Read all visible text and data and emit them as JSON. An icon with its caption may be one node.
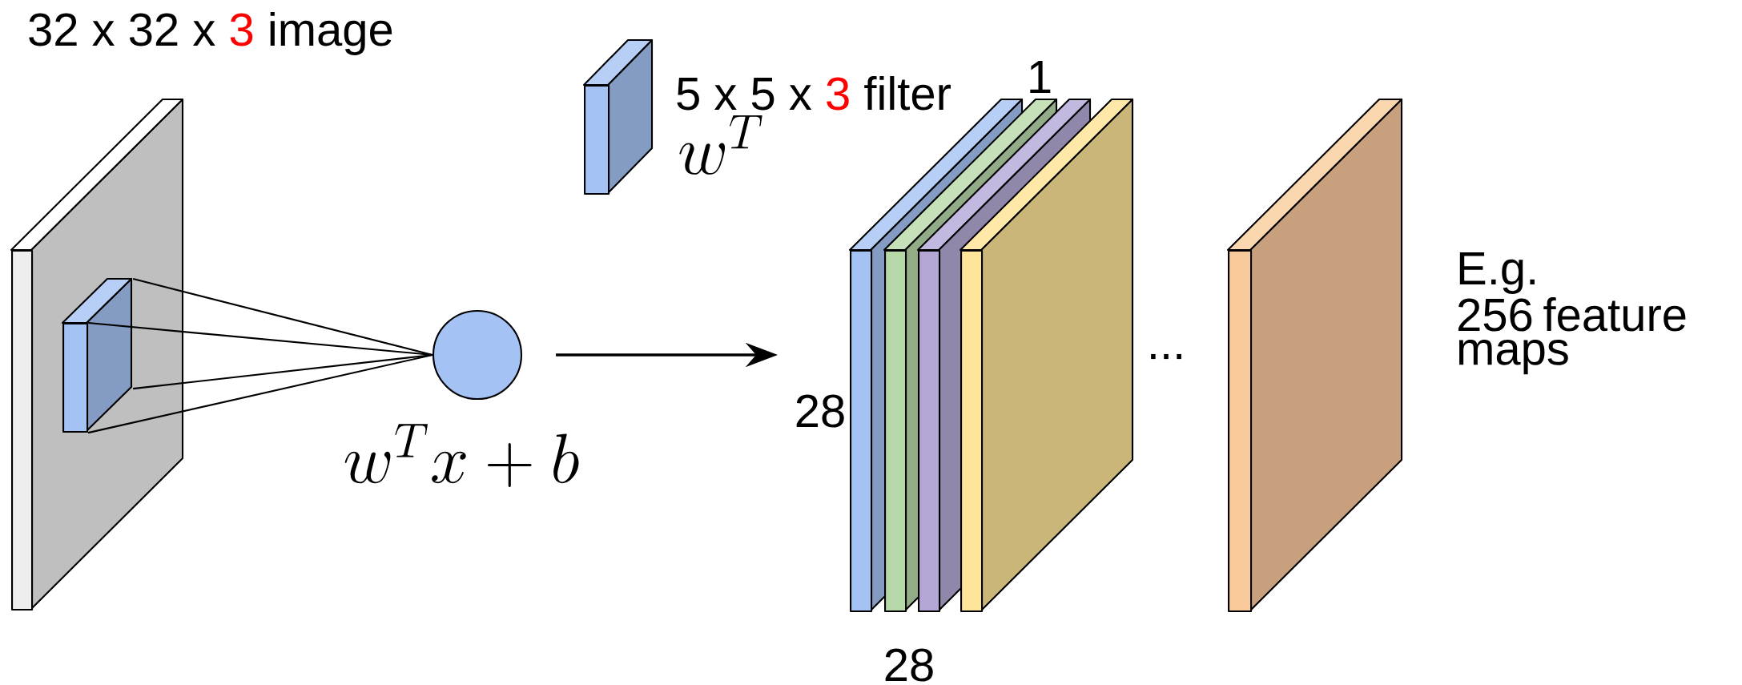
{
  "diagram": {
    "nodes": [
      {
        "text": [],
        "shape": "box"
      },
      {
        "text": [],
        "shape": "box",
        "in": 0
      },
      {
        "text": [],
        "shape": "circle",
        "beside": [
          "w^T x + b"
        ]
      },
      {
        "text": [],
        "shape": "box"
      },
      {
        "text": [],
        "shape": "box"
      },
      {
        "text": [],
        "shape": "box"
      },
      {
        "text": [],
        "shape": "box"
      },
      {
        "text": [],
        "shape": "box"
      },
      {
        "text": [],
        "shape": "box"
      }
    ],
    "edges": [
      {
        "from": 1,
        "to": 2,
        "arrow": "none"
      },
      {
        "from": 1,
        "to": 2,
        "arrow": "none"
      },
      {
        "from": 1,
        "to": 2,
        "arrow": "none"
      },
      {
        "from": 1,
        "to": 2,
        "arrow": "none"
      },
      {
        "from": 2,
        "to": 4,
        "arrow": "to"
      }
    ],
    "labels": [
      "32 x 32 x",
      "3",
      "image",
      "5 x 5 x",
      "3",
      "filter",
      "w^T",
      "1",
      "28",
      "...",
      "28",
      "E.g.",
      "256 feature maps"
    ]
  }
}
